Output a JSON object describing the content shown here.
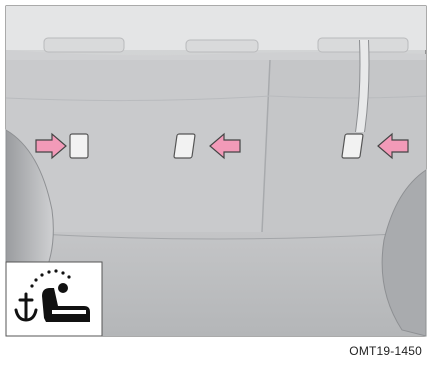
{
  "figure": {
    "caption": "OMT19-1450",
    "anchor_markers": [
      {
        "position": "left",
        "arrow_direction": "right",
        "color": "#f29ab8"
      },
      {
        "position": "center",
        "arrow_direction": "left",
        "color": "#f29ab8"
      },
      {
        "position": "right",
        "arrow_direction": "left",
        "color": "#f29ab8"
      }
    ],
    "icon": "child-seat-anchor-icon"
  }
}
